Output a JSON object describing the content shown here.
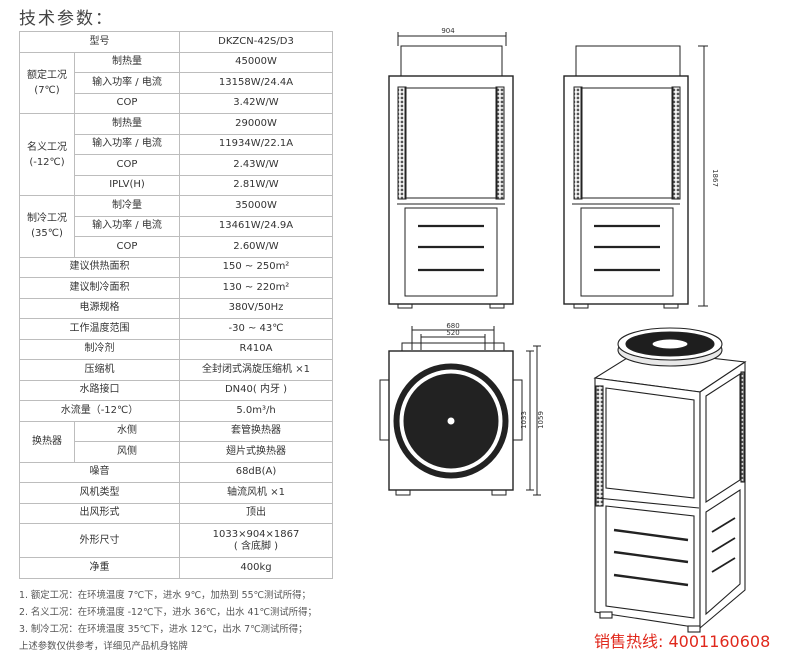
{
  "title": "技术参数：",
  "table": {
    "model_label": "型号",
    "model_value": "DKZCN-42S/D3",
    "group1": {
      "line1": "额定工况",
      "line2": "(7℃)"
    },
    "group2": {
      "line1": "名义工况",
      "line2": "(-12℃)"
    },
    "group3": {
      "line1": "制冷工况",
      "line2": "(35℃)"
    },
    "g1_rows": [
      {
        "label": "制热量",
        "value": "45000W"
      },
      {
        "label": "输入功率 / 电流",
        "value": "13158W/24.4A"
      },
      {
        "label": "COP",
        "value": "3.42W/W"
      }
    ],
    "g2_rows": [
      {
        "label": "制热量",
        "value": "29000W"
      },
      {
        "label": "输入功率 / 电流",
        "value": "11934W/22.1A"
      },
      {
        "label": "COP",
        "value": "2.43W/W"
      },
      {
        "label": "IPLV(H)",
        "value": "2.81W/W"
      }
    ],
    "g3_rows": [
      {
        "label": "制冷量",
        "value": "35000W"
      },
      {
        "label": "输入功率 / 电流",
        "value": "13461W/24.9A"
      },
      {
        "label": "COP",
        "value": "2.60W/W"
      }
    ],
    "rows_a": [
      {
        "label": "建议供热面积",
        "value": "150 ~ 250m²"
      },
      {
        "label": "建议制冷面积",
        "value": "130 ~ 220m²"
      },
      {
        "label": "电源规格",
        "value": "380V/50Hz"
      },
      {
        "label": "工作温度范围",
        "value": "-30 ~ 43℃"
      },
      {
        "label": "制冷剂",
        "value": "R410A"
      },
      {
        "label": "压缩机",
        "value": "全封闭式涡旋压缩机 ×1"
      },
      {
        "label": "水路接口",
        "value": "DN40( 内牙 )"
      },
      {
        "label": "水流量（-12℃）",
        "value": "5.0m³/h"
      }
    ],
    "exchanger_label": "换热器",
    "exchanger_rows": [
      {
        "label": "水侧",
        "value": "套管换热器"
      },
      {
        "label": "风侧",
        "value": "翅片式换热器"
      }
    ],
    "rows_b": [
      {
        "label": "噪音",
        "value": "68dB(A)"
      },
      {
        "label": "风机类型",
        "value": "轴流风机 ×1"
      },
      {
        "label": "出风形式",
        "value": "顶出"
      }
    ],
    "size_label": "外形尺寸",
    "size_value_1": "1033×904×1867",
    "size_value_2": "( 含底脚 )",
    "weight_label": "净重",
    "weight_value": "400kg"
  },
  "notes": [
    "1. 额定工况：在环境温度 7℃下，进水 9℃，加热到 55℃测试所得；",
    "2. 名义工况：在环境温度 -12℃下，进水 36℃，出水 41℃测试所得；",
    "3. 制冷工况：在环境温度 35℃下，进水 12℃，出水 7℃测试所得；",
    "上述参数仅供参考，详细见产品机身铭牌"
  ],
  "dimensions": {
    "width_top": "904",
    "height_front": "1867",
    "depth_outer": "680",
    "depth_inner": "520",
    "height_side_a": "1033",
    "height_side_b": "1059"
  },
  "hotline": "销售热线: 4001160608"
}
